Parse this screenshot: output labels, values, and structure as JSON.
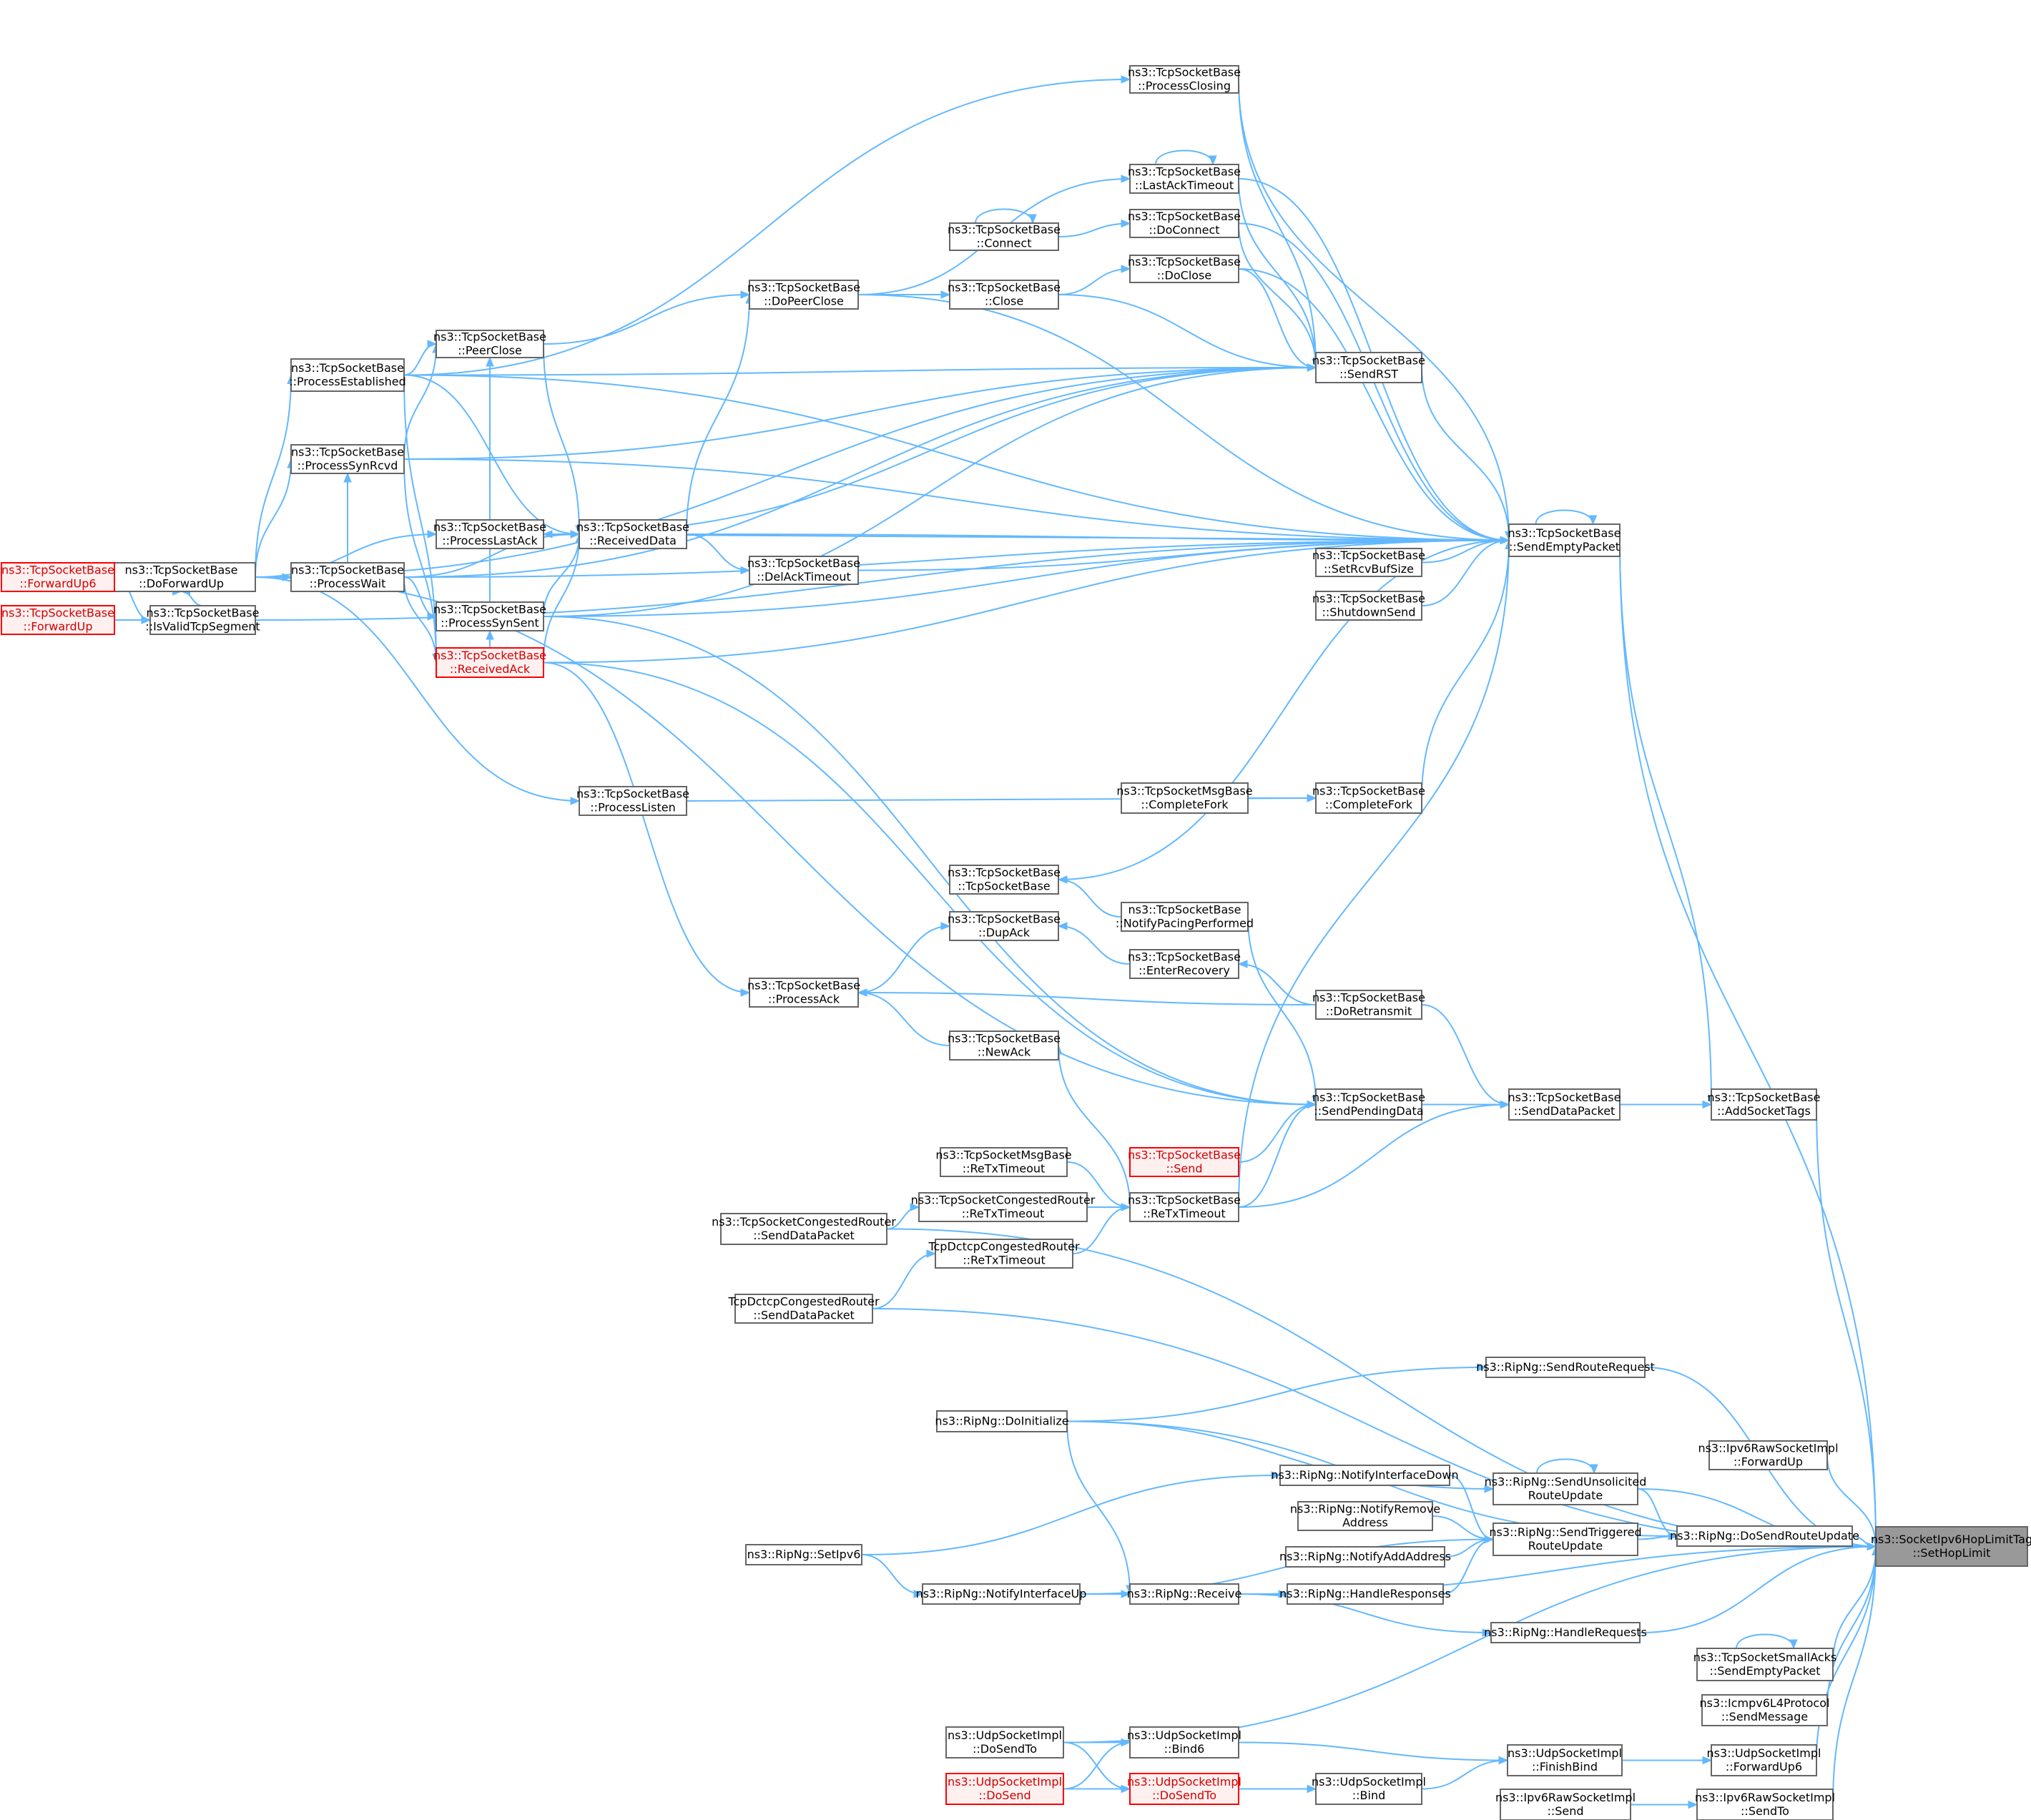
{
  "colors": {
    "edge": "#63b8ff",
    "node_border": "#666666",
    "truncated_border": "#ff0000",
    "truncated_fill": "#fff0f0",
    "target_fill": "#999999"
  },
  "nodes": [
    {
      "id": "target",
      "lines": [
        "ns3::SocketIpv6HopLimitTag",
        "::SetHopLimit"
      ],
      "style": "target"
    },
    {
      "id": "sendEmptyPacket",
      "lines": [
        "ns3::TcpSocketBase",
        "::SendEmptyPacket"
      ]
    },
    {
      "id": "addSocketTags",
      "lines": [
        "ns3::TcpSocketBase",
        "::AddSocketTags"
      ]
    },
    {
      "id": "sendDataPacket",
      "lines": [
        "ns3::TcpSocketBase",
        "::SendDataPacket"
      ]
    },
    {
      "id": "sendRST",
      "lines": [
        "ns3::TcpSocketBase",
        "::SendRST"
      ]
    },
    {
      "id": "processClosing",
      "lines": [
        "ns3::TcpSocketBase",
        "::ProcessClosing"
      ]
    },
    {
      "id": "lastAckTimeout",
      "lines": [
        "ns3::TcpSocketBase",
        "::LastAckTimeout"
      ]
    },
    {
      "id": "doConnect",
      "lines": [
        "ns3::TcpSocketBase",
        "::DoConnect"
      ]
    },
    {
      "id": "connect",
      "lines": [
        "ns3::TcpSocketBase",
        "::Connect"
      ]
    },
    {
      "id": "doClose",
      "lines": [
        "ns3::TcpSocketBase",
        "::DoClose"
      ]
    },
    {
      "id": "close",
      "lines": [
        "ns3::TcpSocketBase",
        "::Close"
      ]
    },
    {
      "id": "doPeerClose",
      "lines": [
        "ns3::TcpSocketBase",
        "::DoPeerClose"
      ]
    },
    {
      "id": "peerClose",
      "lines": [
        "ns3::TcpSocketBase",
        "::PeerClose"
      ]
    },
    {
      "id": "processEstablished",
      "lines": [
        "ns3::TcpSocketBase",
        "::ProcessEstablished"
      ]
    },
    {
      "id": "processSynRcvd",
      "lines": [
        "ns3::TcpSocketBase",
        "::ProcessSynRcvd"
      ]
    },
    {
      "id": "processLastAck",
      "lines": [
        "ns3::TcpSocketBase",
        "::ProcessLastAck"
      ]
    },
    {
      "id": "receivedData",
      "lines": [
        "ns3::TcpSocketBase",
        "::ReceivedData"
      ]
    },
    {
      "id": "processWait",
      "lines": [
        "ns3::TcpSocketBase",
        "::ProcessWait"
      ]
    },
    {
      "id": "doForwardUp",
      "lines": [
        "ns3::TcpSocketBase",
        "::DoForwardUp"
      ]
    },
    {
      "id": "forwardUp6",
      "lines": [
        "ns3::TcpSocketBase",
        "::ForwardUp6"
      ],
      "style": "truncated"
    },
    {
      "id": "forwardUp",
      "lines": [
        "ns3::TcpSocketBase",
        "::ForwardUp"
      ],
      "style": "truncated"
    },
    {
      "id": "isValidTcpSegment",
      "lines": [
        "ns3::TcpSocketBase",
        "::IsValidTcpSegment"
      ]
    },
    {
      "id": "processSynSent",
      "lines": [
        "ns3::TcpSocketBase",
        "::ProcessSynSent"
      ]
    },
    {
      "id": "receivedAck",
      "lines": [
        "ns3::TcpSocketBase",
        "::ReceivedAck"
      ],
      "style": "truncated"
    },
    {
      "id": "delAckTimeout",
      "lines": [
        "ns3::TcpSocketBase",
        "::DelAckTimeout"
      ]
    },
    {
      "id": "setRcvBufSize",
      "lines": [
        "ns3::TcpSocketBase",
        "::SetRcvBufSize"
      ]
    },
    {
      "id": "shutdownSend",
      "lines": [
        "ns3::TcpSocketBase",
        "::ShutdownSend"
      ]
    },
    {
      "id": "msgCompleteFork",
      "lines": [
        "ns3::TcpSocketMsgBase",
        "::CompleteFork"
      ]
    },
    {
      "id": "completeFork",
      "lines": [
        "ns3::TcpSocketBase",
        "::CompleteFork"
      ]
    },
    {
      "id": "processListen",
      "lines": [
        "ns3::TcpSocketBase",
        "::ProcessListen"
      ]
    },
    {
      "id": "tcpSocketBaseCtor",
      "lines": [
        "ns3::TcpSocketBase",
        "::TcpSocketBase"
      ]
    },
    {
      "id": "notifyPacing",
      "lines": [
        "ns3::TcpSocketBase",
        "::NotifyPacingPerformed"
      ]
    },
    {
      "id": "dupAck",
      "lines": [
        "ns3::TcpSocketBase",
        "::DupAck"
      ]
    },
    {
      "id": "enterRecovery",
      "lines": [
        "ns3::TcpSocketBase",
        "::EnterRecovery"
      ]
    },
    {
      "id": "processAck",
      "lines": [
        "ns3::TcpSocketBase",
        "::ProcessAck"
      ]
    },
    {
      "id": "doRetransmit",
      "lines": [
        "ns3::TcpSocketBase",
        "::DoRetransmit"
      ]
    },
    {
      "id": "newAck",
      "lines": [
        "ns3::TcpSocketBase",
        "::NewAck"
      ]
    },
    {
      "id": "sendPendingData",
      "lines": [
        "ns3::TcpSocketBase",
        "::SendPendingData"
      ]
    },
    {
      "id": "send",
      "lines": [
        "ns3::TcpSocketBase",
        "::Send"
      ],
      "style": "truncated"
    },
    {
      "id": "msgReTxTimeout",
      "lines": [
        "ns3::TcpSocketMsgBase",
        "::ReTxTimeout"
      ]
    },
    {
      "id": "congReTxTimeout",
      "lines": [
        "ns3::TcpSocketCongestedRouter",
        "::ReTxTimeout"
      ]
    },
    {
      "id": "reTxTimeout",
      "lines": [
        "ns3::TcpSocketBase",
        "::ReTxTimeout"
      ]
    },
    {
      "id": "congSendData",
      "lines": [
        "ns3::TcpSocketCongestedRouter",
        "::SendDataPacket"
      ]
    },
    {
      "id": "dctcpReTx",
      "lines": [
        "TcpDctcpCongestedRouter",
        "::ReTxTimeout"
      ]
    },
    {
      "id": "dctcpSendData",
      "lines": [
        "TcpDctcpCongestedRouter",
        "::SendDataPacket"
      ]
    },
    {
      "id": "sendRouteRequest",
      "lines": [
        "ns3::RipNg::SendRouteRequest"
      ]
    },
    {
      "id": "doInitialize",
      "lines": [
        "ns3::RipNg::DoInitialize"
      ]
    },
    {
      "id": "rawForwardUp",
      "lines": [
        "ns3::Ipv6RawSocketImpl",
        "::ForwardUp"
      ]
    },
    {
      "id": "notifyIfDown",
      "lines": [
        "ns3::RipNg::NotifyInterfaceDown"
      ]
    },
    {
      "id": "sendUnsolicited",
      "lines": [
        "ns3::RipNg::SendUnsolicited",
        "RouteUpdate"
      ]
    },
    {
      "id": "notifyRemove",
      "lines": [
        "ns3::RipNg::NotifyRemove",
        "Address"
      ]
    },
    {
      "id": "doSendRouteUpdate",
      "lines": [
        "ns3::RipNg::DoSendRouteUpdate"
      ]
    },
    {
      "id": "sendTriggered",
      "lines": [
        "ns3::RipNg::SendTriggered",
        "RouteUpdate"
      ]
    },
    {
      "id": "setIpv6",
      "lines": [
        "ns3::RipNg::SetIpv6"
      ]
    },
    {
      "id": "notifyAddAddress",
      "lines": [
        "ns3::RipNg::NotifyAddAddress"
      ]
    },
    {
      "id": "notifyIfUp",
      "lines": [
        "ns3::RipNg::NotifyInterfaceUp"
      ]
    },
    {
      "id": "ripReceive",
      "lines": [
        "ns3::RipNg::Receive"
      ]
    },
    {
      "id": "handleResponses",
      "lines": [
        "ns3::RipNg::HandleResponses"
      ]
    },
    {
      "id": "handleRequests",
      "lines": [
        "ns3::RipNg::HandleRequests"
      ]
    },
    {
      "id": "smallAcks",
      "lines": [
        "ns3::TcpSocketSmallAcks",
        "::SendEmptyPacket"
      ]
    },
    {
      "id": "icmpSend",
      "lines": [
        "ns3::Icmpv6L4Protocol",
        "::SendMessage"
      ]
    },
    {
      "id": "udpDoSendTo1",
      "lines": [
        "ns3::UdpSocketImpl",
        "::DoSendTo"
      ]
    },
    {
      "id": "udpBind6",
      "lines": [
        "ns3::UdpSocketImpl",
        "::Bind6"
      ]
    },
    {
      "id": "udpFinishBind",
      "lines": [
        "ns3::UdpSocketImpl",
        "::FinishBind"
      ]
    },
    {
      "id": "udpForwardUp6",
      "lines": [
        "ns3::UdpSocketImpl",
        "::ForwardUp6"
      ]
    },
    {
      "id": "udpDoSend",
      "lines": [
        "ns3::UdpSocketImpl",
        "::DoSend"
      ],
      "style": "truncated"
    },
    {
      "id": "udpDoSendTo2",
      "lines": [
        "ns3::UdpSocketImpl",
        "::DoSendTo"
      ],
      "style": "truncated"
    },
    {
      "id": "udpBind",
      "lines": [
        "ns3::UdpSocketImpl",
        "::Bind"
      ]
    },
    {
      "id": "rawSend",
      "lines": [
        "ns3::Ipv6RawSocketImpl",
        "::Send"
      ]
    },
    {
      "id": "rawSendTo",
      "lines": [
        "ns3::Ipv6RawSocketImpl",
        "::SendTo"
      ]
    }
  ]
}
